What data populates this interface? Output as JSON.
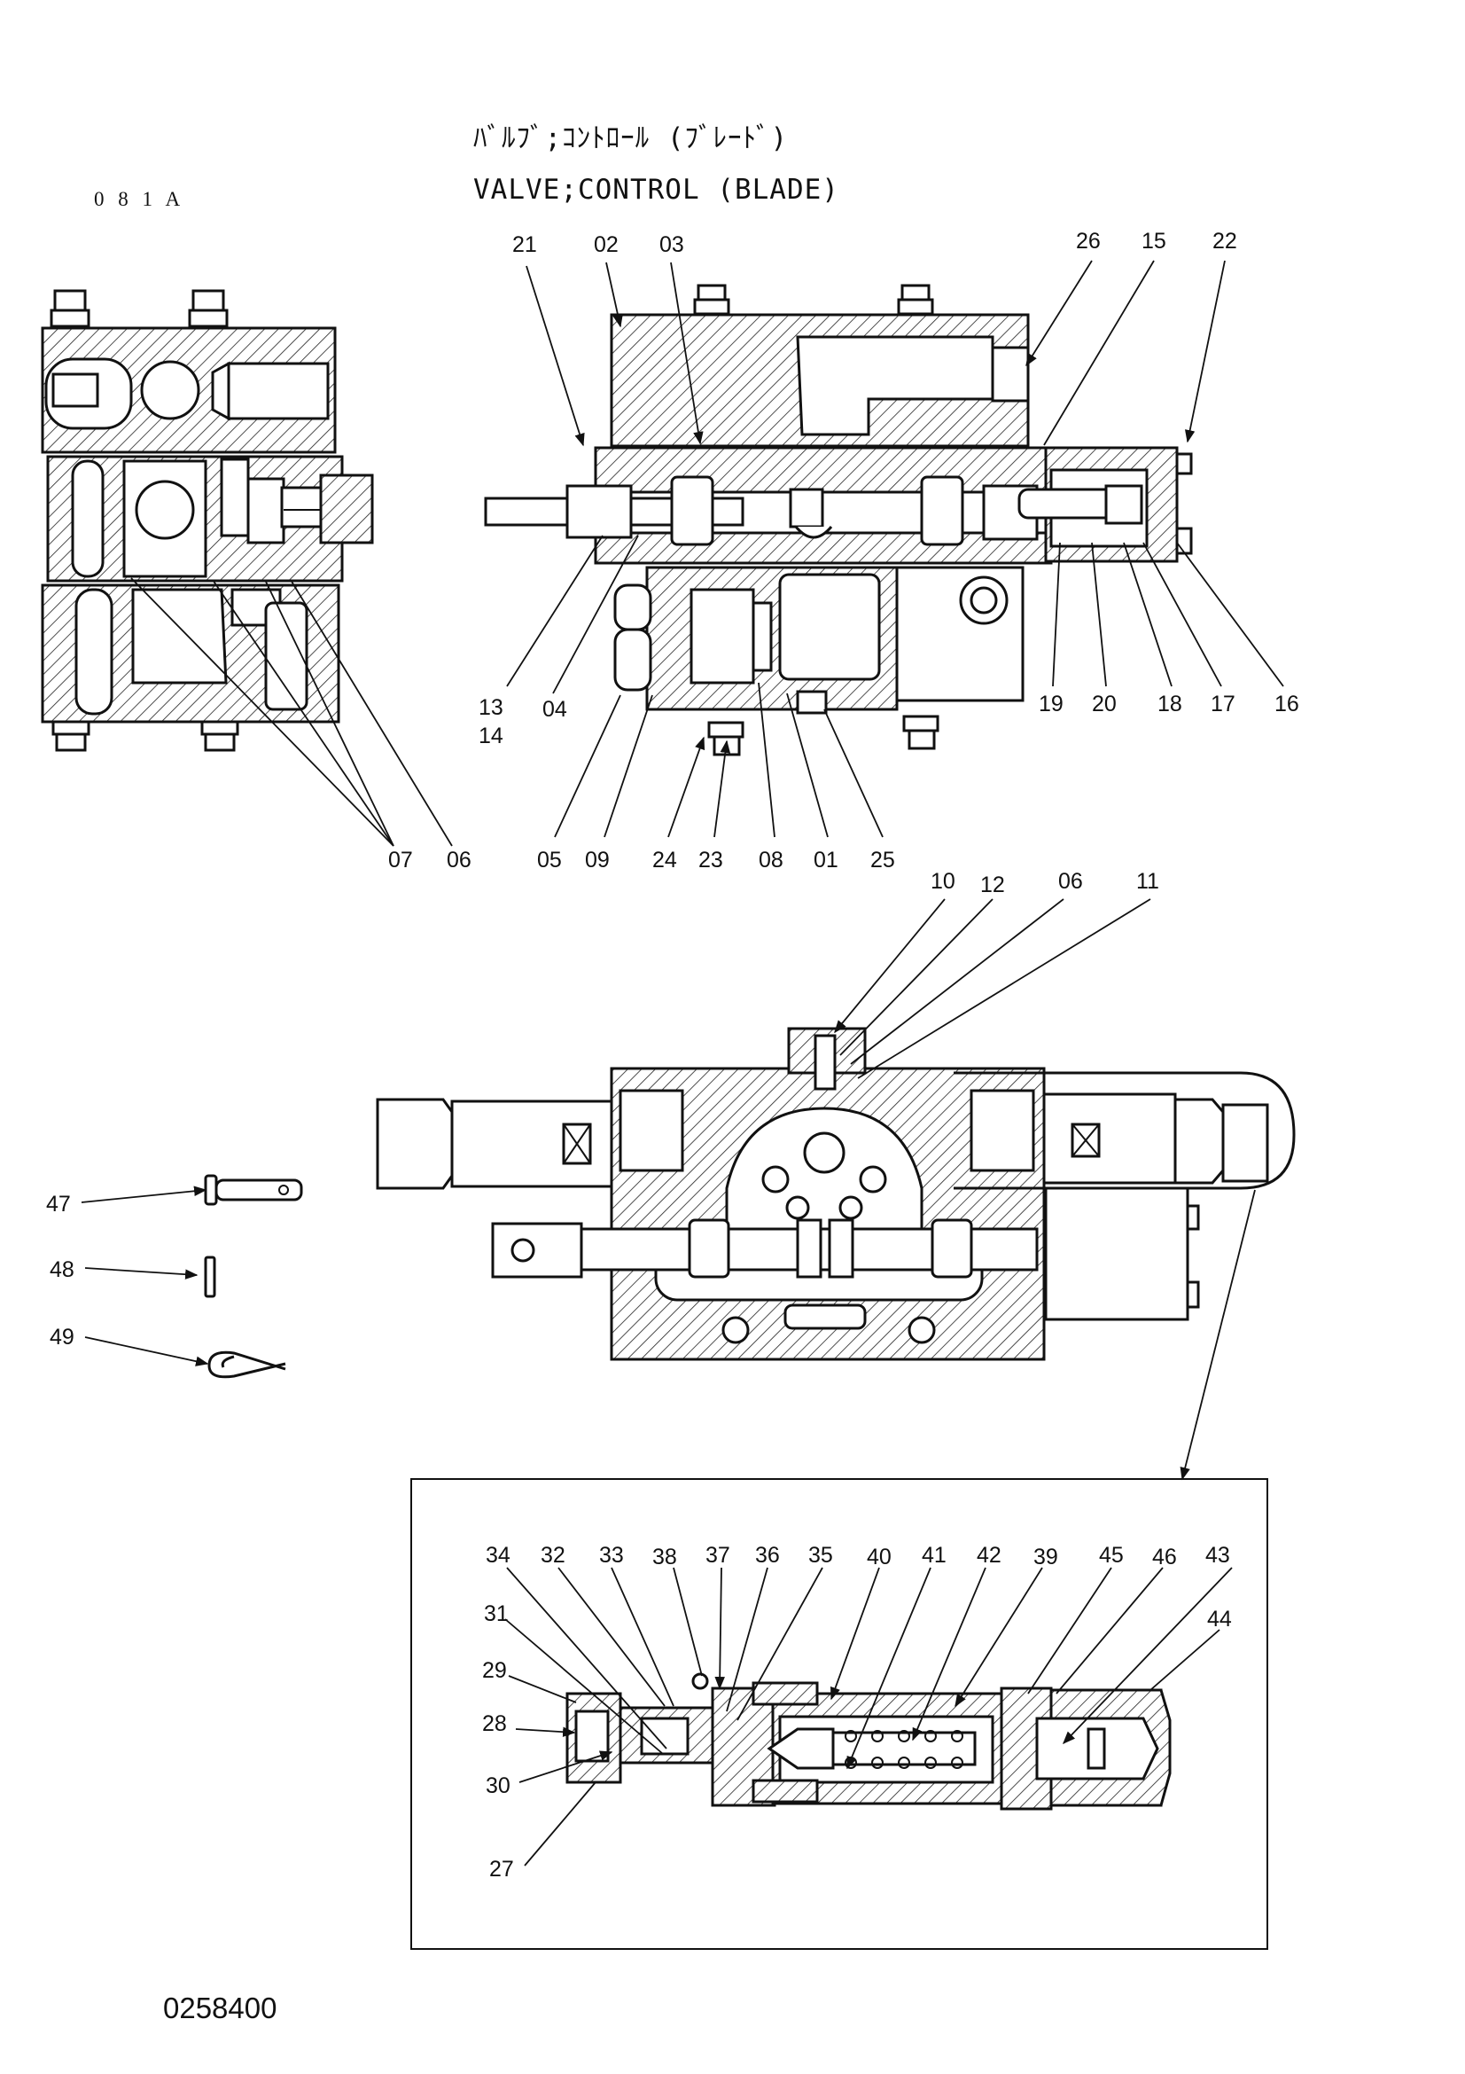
{
  "header": {
    "code": "0 8 1 A",
    "title_katakana": "ﾊﾞﾙﾌﾞ;ｺﾝﾄﾛｰﾙ (ﾌﾞﾚｰﾄﾞ)",
    "title": "VALVE;CONTROL (BLADE)"
  },
  "footer": {
    "drawing_number": "0258400"
  },
  "callouts": {
    "side_view": [
      "07",
      "06"
    ],
    "top_view": [
      "21",
      "02",
      "03",
      "26",
      "15",
      "22",
      "13",
      "14",
      "04",
      "19",
      "20",
      "18",
      "17",
      "16",
      "05",
      "09",
      "24",
      "23",
      "08",
      "01",
      "25"
    ],
    "front_view": [
      "10",
      "12",
      "06",
      "11"
    ],
    "loose_parts": [
      "47",
      "48",
      "49"
    ],
    "detail_view": [
      "34",
      "32",
      "33",
      "38",
      "37",
      "36",
      "35",
      "40",
      "41",
      "42",
      "39",
      "45",
      "46",
      "43",
      "44",
      "31",
      "29",
      "28",
      "30",
      "27"
    ]
  },
  "colors": {
    "ink": "#111111",
    "paper": "#ffffff"
  }
}
